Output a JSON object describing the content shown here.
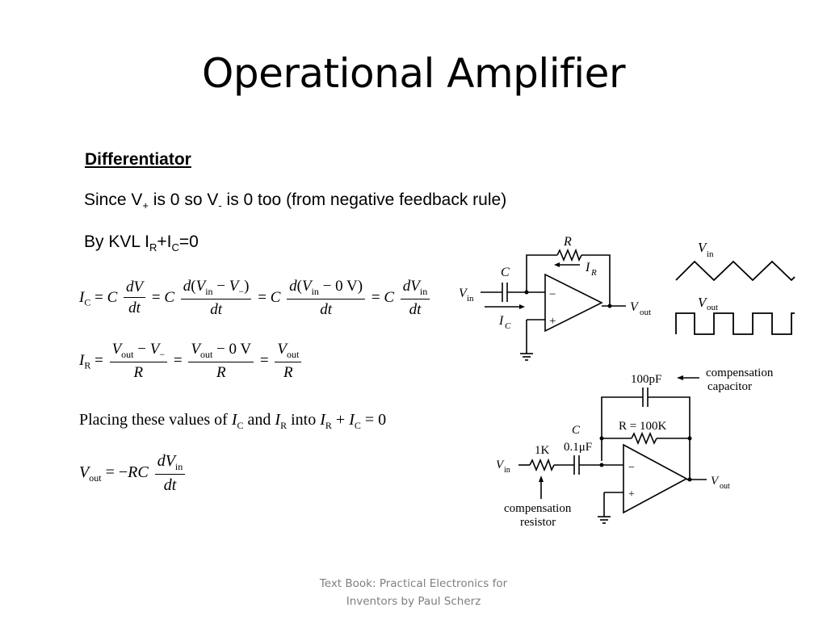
{
  "slide": {
    "title": "Operational Amplifier",
    "heading": "Differentiator",
    "line1": {
      "a": "Since V",
      "b": "+",
      "c": " is 0 so V",
      "d": "-",
      "e": " is 0 too (from negative feedback rule)"
    },
    "line2": {
      "a": "By KVL I",
      "b": "R",
      "c": "+I",
      "d": "C",
      "e": "=0"
    },
    "eq_placing": {
      "a": "Placing these values of ",
      "b": "I",
      "c": "C",
      "d": " and ",
      "e": "I",
      "f": "R",
      "g": " into ",
      "h": "I",
      "i": "R",
      "j": " + ",
      "k": "I",
      "l": "C",
      "m": " = 0"
    },
    "footer": {
      "line1": "Text Book: Practical Electronics for",
      "line2": "Inventors by Paul Scherz"
    }
  },
  "circuit1": {
    "R": "R",
    "IR": "I",
    "IR_sub": "R",
    "C": "C",
    "IC": "I",
    "IC_sub": "C",
    "Vin": "V",
    "Vin_sub": "in",
    "Vout": "V",
    "Vout_sub": "out",
    "minus": "−",
    "plus": "+"
  },
  "waveforms": {
    "Vin": "V",
    "Vin_sub": "in",
    "Vout": "V",
    "Vout_sub": "out"
  },
  "circuit2": {
    "cap_fb": "100pF",
    "comp_cap_1": "compensation",
    "comp_cap_2": "capacitor",
    "R": "R = 100K",
    "C": "C",
    "C_val": "0.1μF",
    "R_in": "1K",
    "Vin": "V",
    "Vin_sub": "in",
    "Vout": "V",
    "Vout_sub": "out",
    "comp_res_1": "compensation",
    "comp_res_2": "resistor",
    "minus": "−",
    "plus": "+"
  }
}
